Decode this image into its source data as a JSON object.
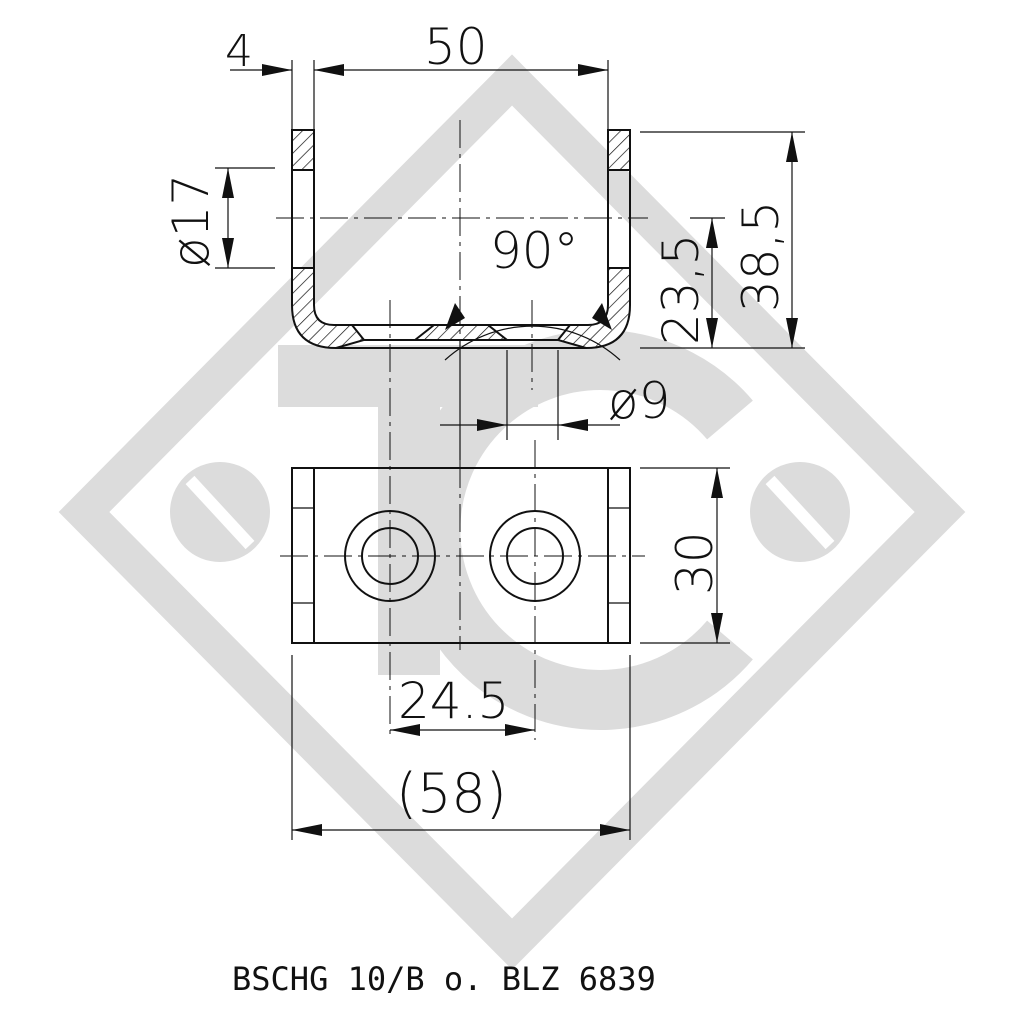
{
  "dimensions": {
    "wall": "4",
    "width_inner": "50",
    "hole_diameter": "ø17",
    "angle": "90°",
    "height_axis": "23,5",
    "height_total": "38,5",
    "slot_diameter": "ø9",
    "depth": "30",
    "hole_spacing": "24.5",
    "overall_width": "(58)"
  },
  "caption": "BSCHG 10/B o. BLZ 6839",
  "watermark": {
    "logo_icon": "tc-diamond-logo",
    "color": "#dcdcdc"
  }
}
